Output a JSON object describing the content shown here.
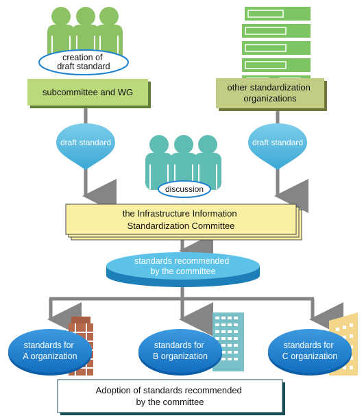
{
  "top_left": {
    "people_label_lines": [
      "creation of",
      "draft standard"
    ],
    "box_label_lines": [
      "subcommittee and WG"
    ]
  },
  "top_right": {
    "box_label_lines": [
      "other standardization",
      "organizations"
    ]
  },
  "draft_left_label": "draft standard",
  "draft_right_label": "draft standard",
  "discussion_label": "discussion",
  "committee_label_lines": [
    "the Infrastructure Information",
    "Standardization Committee"
  ],
  "recommended_label_lines": [
    "standards recommended",
    "by the committee"
  ],
  "orgs": [
    {
      "label_lines": [
        "standards for",
        "A organization"
      ]
    },
    {
      "label_lines": [
        "standards for",
        "B organization"
      ]
    },
    {
      "label_lines": [
        "standards for",
        "C organization"
      ]
    }
  ],
  "adoption_label_lines": [
    "Adoption of standards recommended",
    "by the committee"
  ],
  "colors": {
    "people_green": "#8cc264",
    "people_teal": "#5fbcb3",
    "server_green": "#7dc562",
    "box_green": "#b9d97a",
    "box_olive": "#c2cc84",
    "bubble_blue": "#52b6dd",
    "ellipse_blue": "#1e82cf",
    "committee_yellow": "#faf0a4",
    "arrow_gray": "#858585"
  }
}
